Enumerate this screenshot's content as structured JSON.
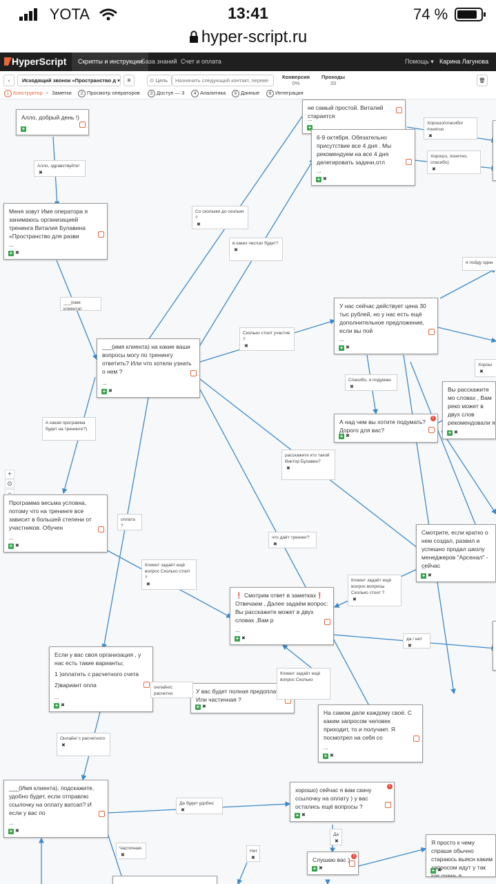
{
  "status_bar": {
    "carrier": "YOTA",
    "time": "13:41",
    "battery": "74 %"
  },
  "browser": {
    "url": "hyper-script.ru"
  },
  "topnav": {
    "logo": "HyperScript",
    "items": [
      "Скрипты и инструкции",
      "База знаний",
      "Счет и оплата"
    ],
    "help": "Помощь",
    "user": "Карина Лагунова"
  },
  "toolbar": {
    "script_name": "Исходящий звонок «Пространство д",
    "goal_label": "Цель",
    "goal_placeholder": "Назначить следующий контакт, переве",
    "conversion_label": "Конверсия",
    "conversion_value": "0%",
    "passes_label": "Проходы",
    "passes_value": "33"
  },
  "steps": [
    {
      "num": "1",
      "label": "Конструктор"
    },
    {
      "num": "",
      "label": "Заметки"
    },
    {
      "num": "2",
      "label": "Просмотр операторов"
    },
    {
      "num": "3",
      "label": "Доступ — 3"
    },
    {
      "num": "4",
      "label": "Аналитика"
    },
    {
      "num": "5",
      "label": "Данные"
    },
    {
      "num": "6",
      "label": "Интеграция"
    }
  ],
  "zoom": {
    "plus": "+",
    "reset": "⊙",
    "minus": "−"
  },
  "nodes": {
    "n1": "Алло, добрый день !)",
    "n2": "Меня зовут Имя оператора я занимаюсь организацией тренинга Виталия Булавина «Пространство для разви",
    "n3": "___(имя клиента) на какие ваши вопросы могу по тренингу ответить? Или что хотели узнать о нем ?",
    "n4": "Программа весьма условна, потому что на тренинге все зависит в большей степени от участников. Обучен",
    "n5": "не самый простой. Виталий старается",
    "n6": "6-9 октября. Обязательно присутствие все 4 дня . Мы рекомендуем на все 4 дня делегировать задачи,отл",
    "n7": "У нас сейчас действует цена 30 тыс рублей, но у нас есть ещё дополнительное предложение, если вы пой",
    "n8": "А над чем вы хотите подумать? Дорого для вас?",
    "n9": "Вы расскажите мо словах , Вам реко может в двух слов рекомендовали я",
    "n10": "Смотрите, если кратко о нем создал, развил и успешно продал школу менеджеров \"Арсенал\" - сейчас",
    "n11": "❗ Смотрим ответ в заметках❗ Отвечаем , Далее задаём вопрос: Вы расскажите может в двух словах ,Вам р",
    "n12": "Если у вас своя организация , у нас есть такие варианты;",
    "n12b": "1 )оплатить с расчетного счета",
    "n12c": "2)вариант опла",
    "n13": "У вас будет полная предоплата? Или частичная ?",
    "n14": "На самом деле каждому своё. С каким запросом человек приходит, то и получает. Я посмотрел на себя со",
    "n15": "___(Имя клиента), подскажите, удобно будет, если отправлю ссылочку на оплату ватсап? И если у вас по",
    "n16": "хорошо) сейчас я вам скину ссылочку на оплату ) у вас остались ещё вопросы ?",
    "n17": "Слушаю вас )",
    "n18": "Я просто к чему спраши обычно стараюсь выясн каким запросом идут у так как очень в..."
  },
  "edges": {
    "e1": "Алло, здравствуйте!",
    "e2": "___(имя клиента)",
    "e3": "Со сколькки до скольки ?",
    "e4": "в каких числах будет?",
    "e5": "Хорошо/спасибо/понятно",
    "e6": "Хорошо, понятно, спасибо)",
    "e7": "я пойду один",
    "e8": "Сколько стоит участие ?",
    "e9": "Спасибо, я подумаю",
    "e10": "Хорош",
    "e11": "А какая программа будет на тренинге?)",
    "e12": "расскажите кто такой Виктор Булавин?",
    "e13": "оплата ?",
    "e14": "что даёт тренинг?",
    "e15": "Клиент задаёт ещё вопрос Сколько стоит ?",
    "e16": "Клиент задаёт ещё вопрос вопросы Сколько стоит ?",
    "e17": "да / нет",
    "e18": "Клиент задаёт ещё вопрос Сколько",
    "e19": "онлайн/с расчетно",
    "e20": "Онлайн/ с расчетного",
    "e21": "Да будет удобно",
    "e22": "Да",
    "e23": "Частичная",
    "e24": "Нет"
  },
  "colors": {
    "accent": "#e8663b",
    "ok": "#37a34a",
    "dark": "#1f1f1f",
    "alert": "#e74c3c"
  }
}
